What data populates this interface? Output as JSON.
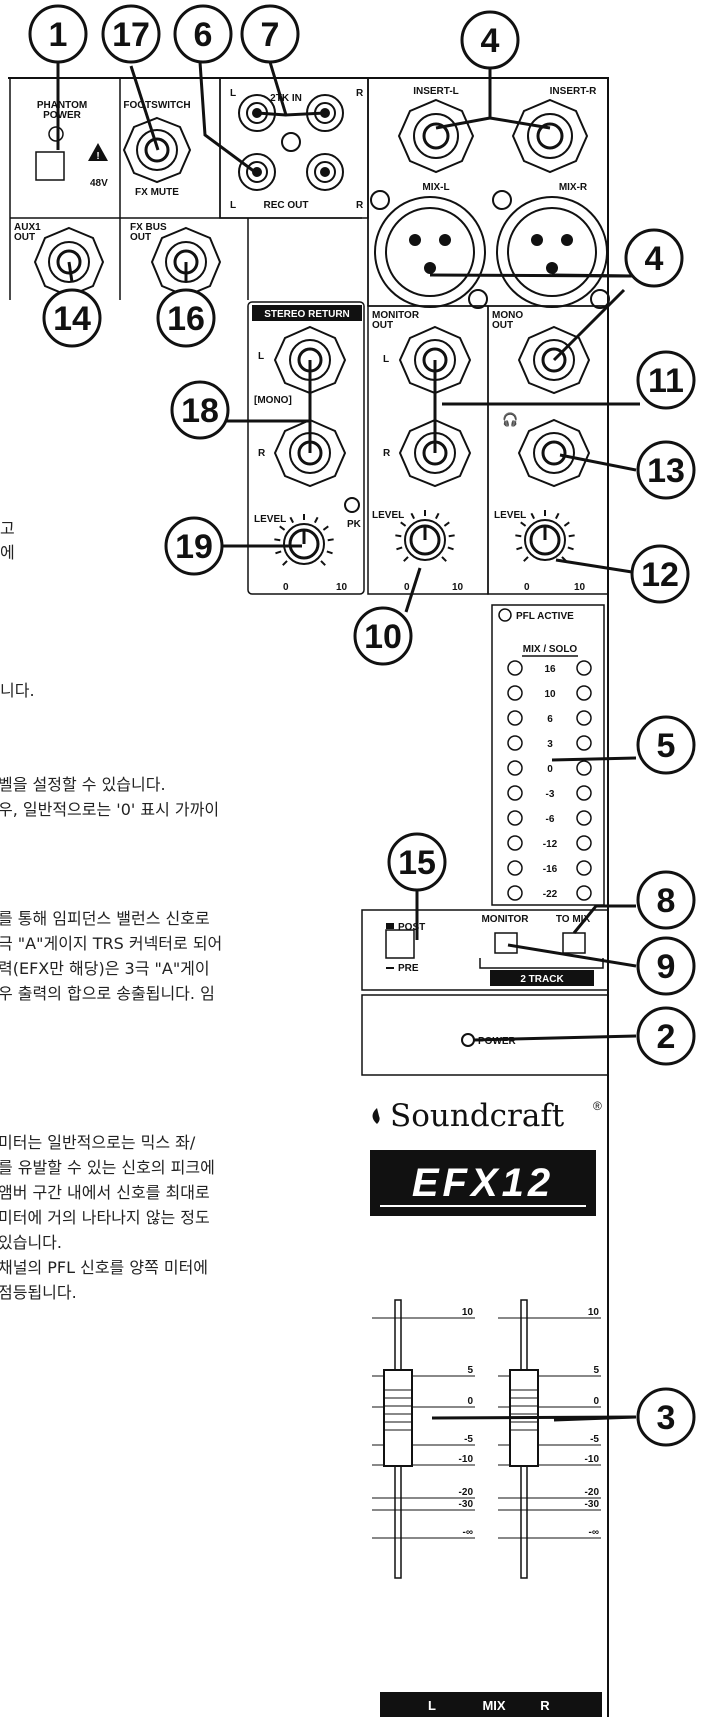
{
  "callouts": [
    "1",
    "17",
    "6",
    "7",
    "4",
    "4",
    "14",
    "16",
    "18",
    "11",
    "13",
    "19",
    "12",
    "10",
    "5",
    "15",
    "8",
    "9",
    "2",
    "3"
  ],
  "panel": {
    "phantom_power": "PHANTOM\nPOWER",
    "v48": "48V",
    "footswitch": "FOOTSWITCH",
    "fx_mute": "FX MUTE",
    "two_tk_in": "2TK IN",
    "rec_out": "REC OUT",
    "insert_l": "INSERT-L",
    "insert_r": "INSERT-R",
    "mix_l": "MIX-L",
    "mix_r": "MIX-R",
    "aux1_out": "AUX1\nOUT",
    "fx_bus_out": "FX BUS\nOUT",
    "stereo_return": "STEREO RETURN",
    "mono_tag": "[MONO]",
    "monitor_out": "MONITOR\nOUT",
    "mono_out": "MONO\nOUT",
    "level": "LEVEL",
    "pk": "PK",
    "knob_min": "0",
    "knob_max": "10",
    "l": "L",
    "r": "R",
    "pfl_active": "PFL ACTIVE",
    "mix_solo": "MIX / SOLO",
    "meter_levels": [
      "16",
      "10",
      "6",
      "3",
      "0",
      "-3",
      "-6",
      "-12",
      "-16",
      "-22"
    ],
    "post": "POST",
    "pre": "PRE",
    "monitor": "MONITOR",
    "to_mix": "TO MIX",
    "two_track": "2 TRACK",
    "power": "POWER",
    "brand": "Soundcraft",
    "reg": "®",
    "model": "EFX12",
    "fader_scale": [
      "10",
      "5",
      "0",
      "-5",
      "-10",
      "-20",
      "-30",
      "-∞"
    ],
    "bottom_l": "L",
    "bottom_mix": "MIX",
    "bottom_r": "R"
  },
  "korean_fragments": [
    "고",
    "에",
    "니다.",
    "벨을 설정할 수 있습니다.",
    "우, 일반적으로는 '0' 표시 가까이",
    "를 통해 임피던스 밸런스 신호로",
    "극 \"A\"게이지 TRS 커넥터로 되어",
    "력(EFX만 해당)은 3극 \"A\"게이",
    "우 출력의 합으로 송출됩니다. 임",
    "미터는 일반적으로는 믹스 좌/",
    "를 유발할 수 있는 신호의 피크에",
    "앰버 구간 내에서 신호를 최대로",
    "미터에 거의 나타나지 않는 정도",
    "있습니다.",
    "채널의 PFL 신호를 양쪽 미터에",
    "점등됩니다."
  ]
}
